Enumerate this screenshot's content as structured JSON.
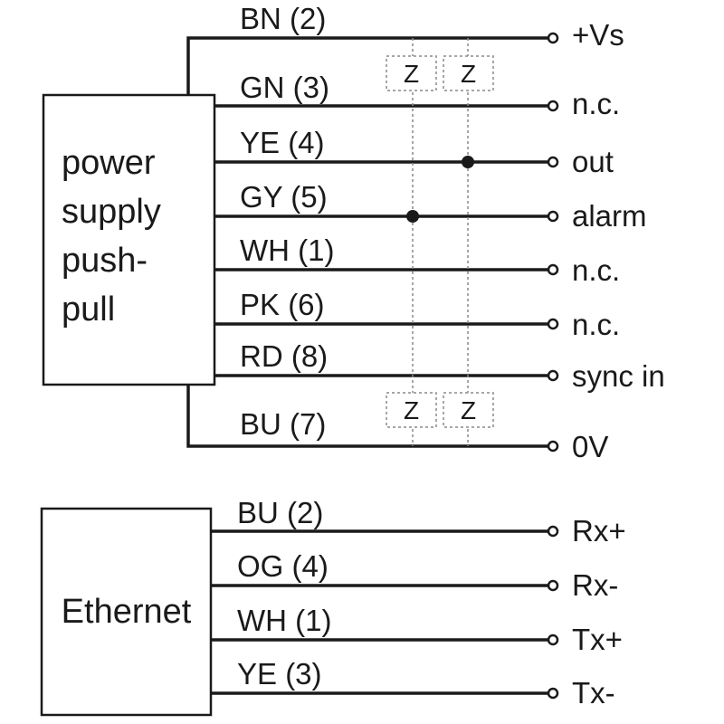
{
  "power_block": {
    "label_lines": [
      "power",
      "supply",
      "push-",
      "pull"
    ],
    "wires": [
      {
        "label": "BN (2)",
        "terminal": "+Vs"
      },
      {
        "label": "GN (3)",
        "terminal": "n.c."
      },
      {
        "label": "YE (4)",
        "terminal": "out"
      },
      {
        "label": "GY (5)",
        "terminal": "alarm"
      },
      {
        "label": "WH (1)",
        "terminal": "n.c."
      },
      {
        "label": "PK (6)",
        "terminal": "n.c."
      },
      {
        "label": "RD (8)",
        "terminal": "sync in"
      },
      {
        "label": "BU (7)",
        "terminal": "0V"
      }
    ],
    "z_label": "Z"
  },
  "ethernet_block": {
    "label": "Ethernet",
    "wires": [
      {
        "label": "BU (2)",
        "terminal": "Rx+"
      },
      {
        "label": "OG (4)",
        "terminal": "Rx-"
      },
      {
        "label": "WH (1)",
        "terminal": "Tx+"
      },
      {
        "label": "YE (3)",
        "terminal": "Tx-"
      }
    ]
  }
}
